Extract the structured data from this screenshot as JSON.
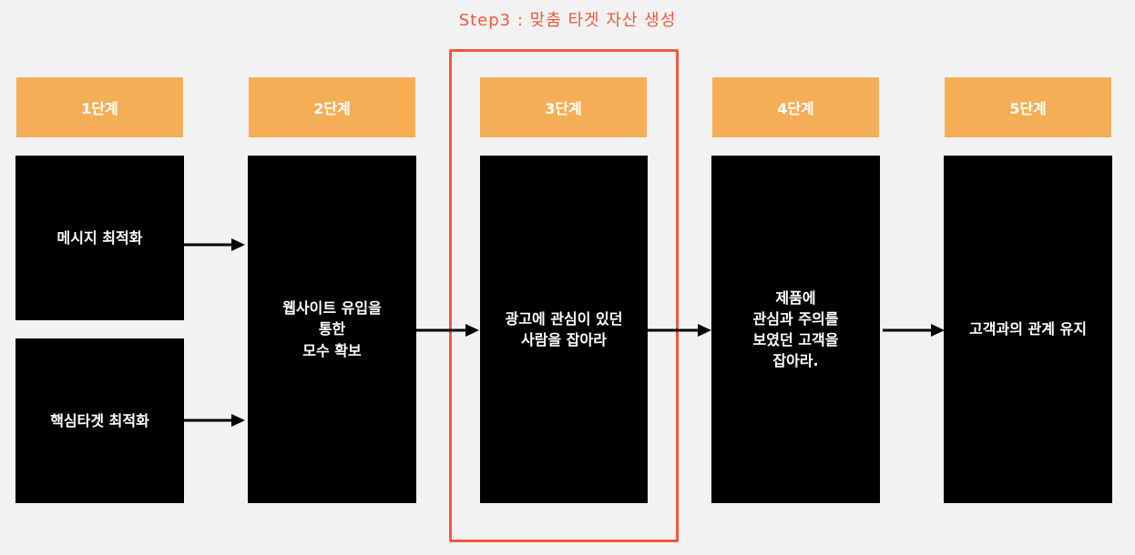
{
  "title": "Step3 : 맞춤 타겟 자산 생성",
  "colors": {
    "accent": "#f0593c",
    "stage_header": "#f6ae56",
    "box": "#000000",
    "background": "#f2f2f2"
  },
  "stages": [
    {
      "label": "1단계"
    },
    {
      "label": "2단계"
    },
    {
      "label": "3단계"
    },
    {
      "label": "4단계"
    },
    {
      "label": "5단계"
    }
  ],
  "boxes": {
    "stage1_top": "메시지 최적화",
    "stage1_bottom": "핵심타겟 최적화",
    "stage2": "웹사이트 유입을\n통한\n모수 확보",
    "stage3": "광고에 관심이 있던\n사람을 잡아라",
    "stage4": "제품에\n관심과 주의를\n보였던 고객을\n잡아라.",
    "stage5": "고객과의 관계 유지"
  },
  "highlighted_stage": "3단계"
}
